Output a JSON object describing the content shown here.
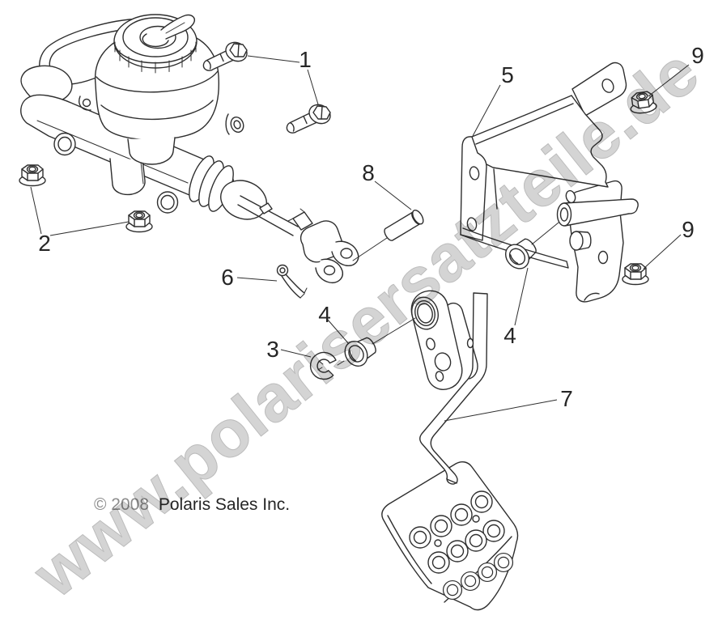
{
  "diagram": {
    "watermark": {
      "text": "www.polarisersatzteile.de",
      "color": "#d4d4d4",
      "outline": "#bcbcbc"
    },
    "copyright": {
      "prefix": "© 2008",
      "owner": "Polaris Sales Inc."
    },
    "callouts": {
      "c1": "1",
      "c2": "2",
      "c3": "3",
      "c4a": "4",
      "c4b": "4",
      "c5": "5",
      "c6": "6",
      "c7": "7",
      "c8": "8",
      "c9a": "9",
      "c9b": "9"
    },
    "colors": {
      "background": "#ffffff",
      "line": "#2e2e2e",
      "callout_text": "#262626"
    }
  }
}
